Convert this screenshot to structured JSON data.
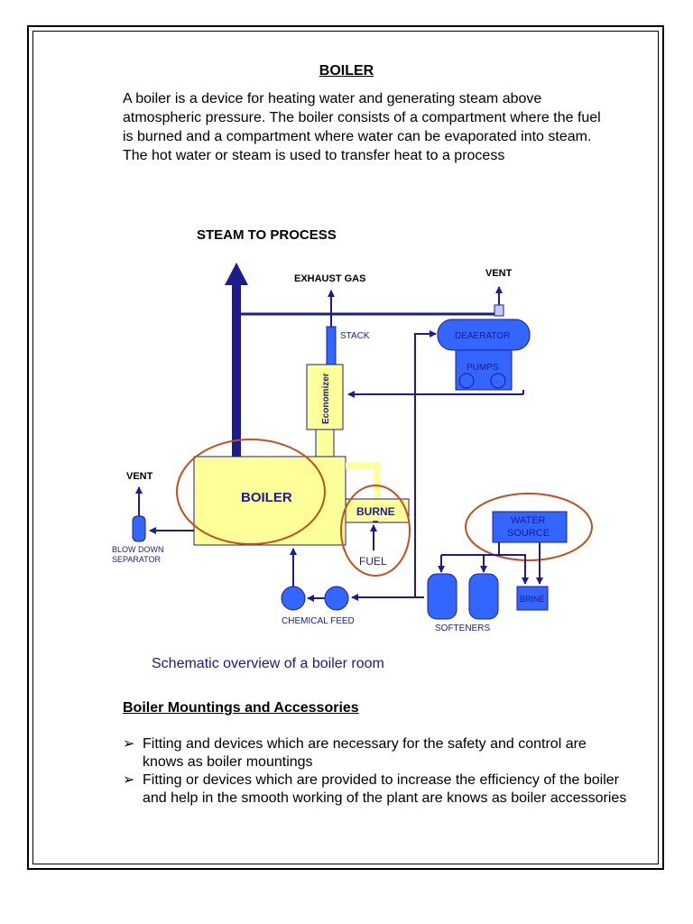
{
  "title": "BOILER",
  "intro": "A boiler is a device for heating water and generating steam above atmospheric pressure. The boiler consists of a compartment where the fuel is burned and a compartment where water can be evaporated into steam. The hot water or steam is used to transfer heat to a process",
  "diagram": {
    "steam_to_process": "STEAM TO PROCESS",
    "exhaust_gas": "EXHAUST GAS",
    "vent_top": "VENT",
    "stack": "STACK",
    "deaerator": "DEAERATOR",
    "pumps": "PUMPS",
    "economizer": "Economizer",
    "vent_left": "VENT",
    "boiler": "BOILER",
    "burner": "BURNE",
    "fuel": "FUEL",
    "water_source_1": "WATER",
    "water_source_2": "SOURCE",
    "blow_down_1": "BLOW DOWN",
    "blow_down_2": "SEPARATOR",
    "brine": "BRINE",
    "chemical_feed": "CHEMICAL FEED",
    "softeners": "SOFTENERS"
  },
  "caption": "Schematic overview of a boiler room",
  "section_title": "Boiler Mountings and Accessories",
  "bullets": [
    "Fitting and devices which are necessary for the safety and control are knows as boiler mountings",
    "Fitting or devices which are provided to increase the efficiency of the boiler and help in the smooth working of the plant are knows as boiler accessories"
  ],
  "bullet_glyph": "➢",
  "colors": {
    "line_blue": "#1c1c8c",
    "equipment_blue": "#3366ff",
    "boiler_yellow": "#ffff99",
    "circle_red": "#c0501e"
  }
}
